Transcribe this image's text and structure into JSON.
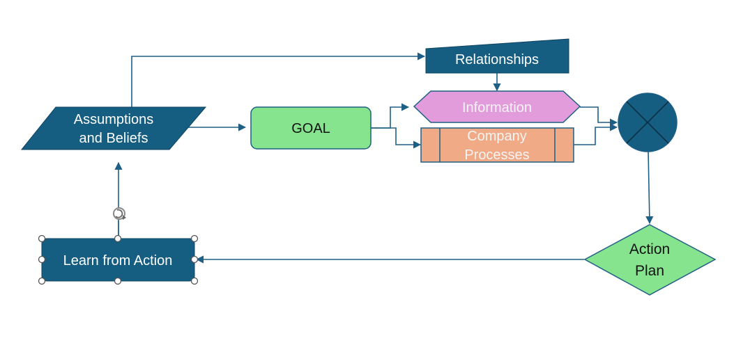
{
  "diagram": {
    "nodes": {
      "assumptions": {
        "line1": "Assumptions",
        "line2": "and Beliefs"
      },
      "goal": {
        "label": "GOAL"
      },
      "relationships": {
        "label": "Relationships"
      },
      "information": {
        "label": "Information"
      },
      "processes": {
        "line1": "Company",
        "line2": "Processes"
      },
      "action_plan": {
        "line1": "Action",
        "line2": "Plan"
      },
      "learn": {
        "label": "Learn from Action"
      }
    },
    "colors": {
      "navy": "#155e82",
      "green": "#86e38e",
      "pink": "#e29bdb",
      "salmon": "#f0aa86",
      "connector": "#1e5f85"
    }
  }
}
